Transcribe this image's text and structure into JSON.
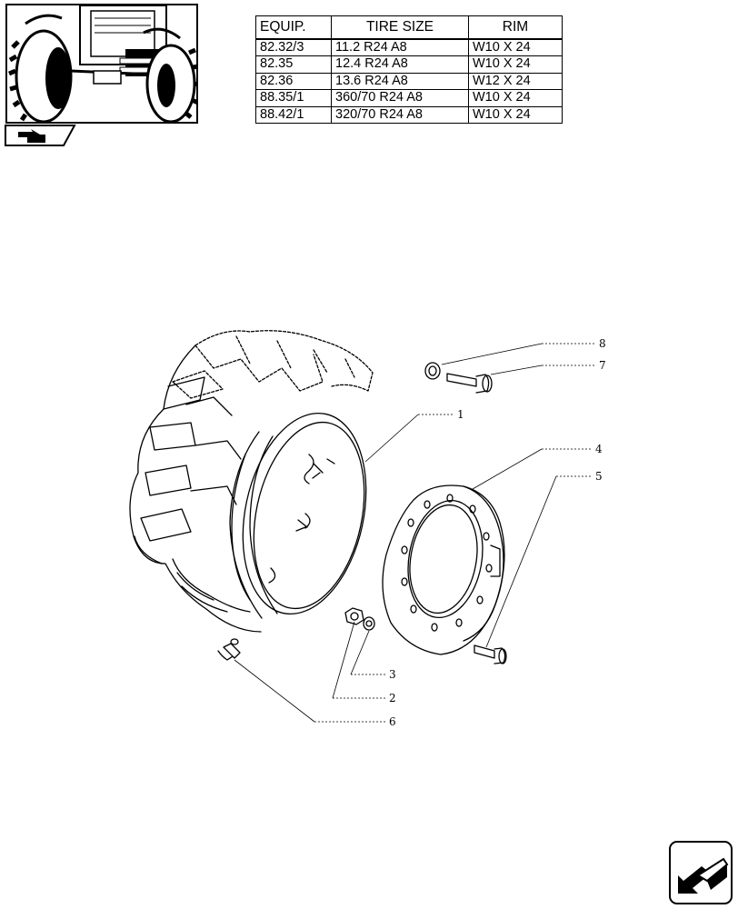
{
  "spec_table": {
    "headers": [
      "EQUIP.",
      "TIRE SIZE",
      "RIM"
    ],
    "rows": [
      [
        "82.32/3",
        "11.2 R24 A8",
        "W10 X 24"
      ],
      [
        "82.35",
        "12.4 R24 A8",
        "W10 X 24"
      ],
      [
        "82.36",
        "13.6 R24 A8",
        "W12 X 24"
      ],
      [
        "88.35/1",
        "360/70 R24 A8",
        "W10 X 24"
      ],
      [
        "88.42/1",
        "320/70 R24 A8",
        "W10 X 24"
      ]
    ]
  },
  "callouts": [
    "1",
    "2",
    "3",
    "4",
    "5",
    "6",
    "7",
    "8"
  ],
  "icons": {
    "thumbnail": "tractor-front-thumbnail-icon",
    "navigate_back": "folder-arrow-icon",
    "navigate_next": "next-page-arrow-icon"
  }
}
